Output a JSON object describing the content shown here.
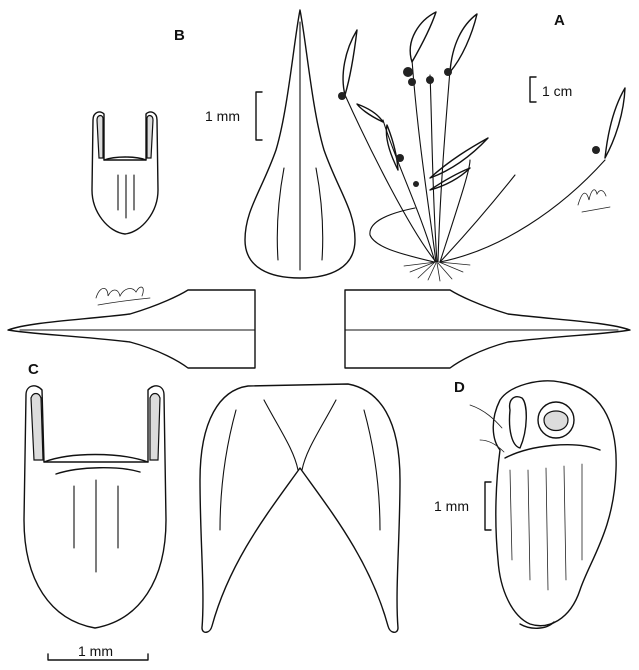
{
  "panels": {
    "a": {
      "letter": "A",
      "scale_label": "1 cm"
    },
    "b": {
      "letter": "B",
      "scale_label": "1 mm"
    },
    "c": {
      "letter": "C",
      "scale_label": "1 mm"
    },
    "d": {
      "letter": "D",
      "scale_label": "1 mm"
    }
  },
  "signatures": {
    "left": "Jimenez 2022",
    "right": "Maldonado 2022"
  }
}
